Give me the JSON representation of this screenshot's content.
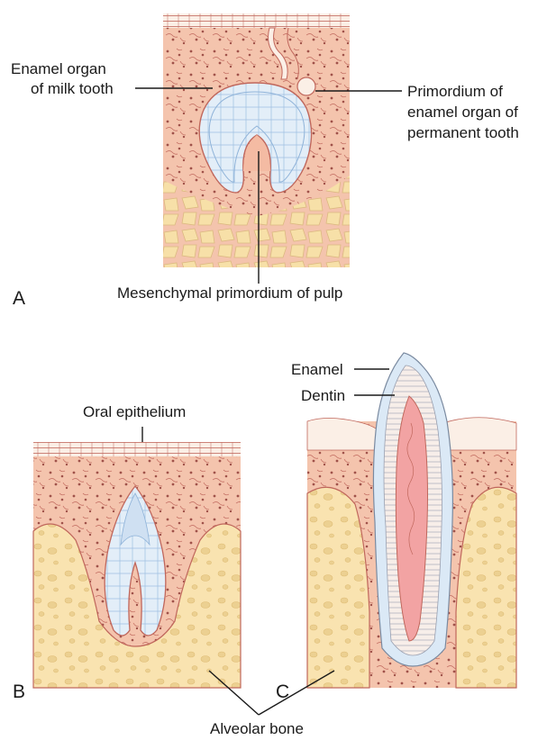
{
  "panels": {
    "a": "A",
    "b": "B",
    "c": "C"
  },
  "labels": {
    "enamel_organ_milk_1": "Enamel organ",
    "enamel_organ_milk_2": "of milk tooth",
    "primordium_1": "Primordium of",
    "primordium_2": "enamel organ of",
    "primordium_3": "permanent tooth",
    "mesenchymal_pulp": "Mesenchymal primordium of pulp",
    "oral_epithelium": "Oral epithelium",
    "enamel": "Enamel",
    "dentin": "Dentin",
    "alveolar_bone": "Alveolar bone"
  },
  "colors": {
    "mesenchyme": "#f4c4ad",
    "mesenchyme_dot": "#a0524a",
    "fiber": "#c0675c",
    "epithelium": "#fbefe6",
    "bone": "#f9e3b0",
    "bone_cell": "#e9c987",
    "enamel_organ": "#d6e6f5",
    "enamel_line": "#8fb3d9",
    "pulp": "#f2a3a3",
    "dentin": "#f7eee9"
  }
}
